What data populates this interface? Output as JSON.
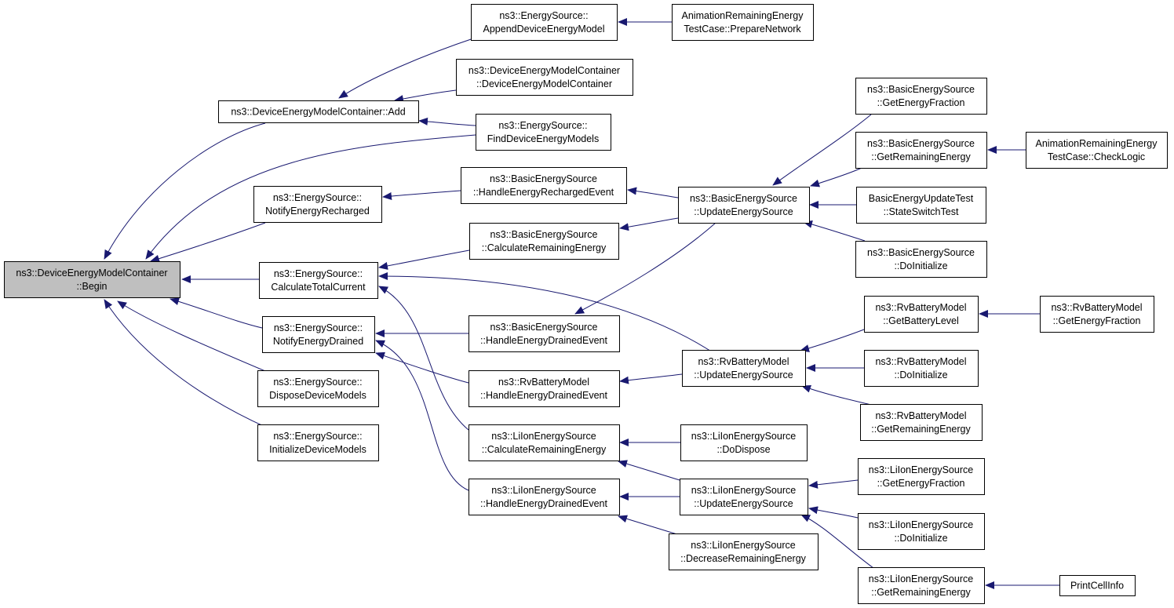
{
  "diagram": {
    "colors": {
      "edge": "#191970",
      "node_border": "#000000",
      "node_fill": "#ffffff",
      "root_fill": "#bfbfbf"
    },
    "nodes": [
      {
        "id": "begin",
        "lines": [
          "ns3::DeviceEnergyModelContainer",
          "::Begin"
        ],
        "root": true
      },
      {
        "id": "add",
        "lines": [
          "ns3::DeviceEnergyModelContainer::Add"
        ]
      },
      {
        "id": "notifyRecharged",
        "lines": [
          "ns3::EnergySource::",
          "NotifyEnergyRecharged"
        ]
      },
      {
        "id": "calcTotal",
        "lines": [
          "ns3::EnergySource::",
          "CalculateTotalCurrent"
        ]
      },
      {
        "id": "notifyDrained",
        "lines": [
          "ns3::EnergySource::",
          "NotifyEnergyDrained"
        ]
      },
      {
        "id": "dispose",
        "lines": [
          "ns3::EnergySource::",
          "DisposeDeviceModels"
        ]
      },
      {
        "id": "initDev",
        "lines": [
          "ns3::EnergySource::",
          "InitializeDeviceModels"
        ]
      },
      {
        "id": "appendDev",
        "lines": [
          "ns3::EnergySource::",
          "AppendDeviceEnergyModel"
        ]
      },
      {
        "id": "demcCtor",
        "lines": [
          "ns3::DeviceEnergyModelContainer",
          "::DeviceEnergyModelContainer"
        ]
      },
      {
        "id": "findDev",
        "lines": [
          "ns3::EnergySource::",
          "FindDeviceEnergyModels"
        ]
      },
      {
        "id": "basicHandleRech",
        "lines": [
          "ns3::BasicEnergySource",
          "::HandleEnergyRechargedEvent"
        ]
      },
      {
        "id": "basicCalcRem",
        "lines": [
          "ns3::BasicEnergySource",
          "::CalculateRemainingEnergy"
        ]
      },
      {
        "id": "basicHandleDrain",
        "lines": [
          "ns3::BasicEnergySource",
          "::HandleEnergyDrainedEvent"
        ]
      },
      {
        "id": "rvHandleDrain",
        "lines": [
          "ns3::RvBatteryModel",
          "::HandleEnergyDrainedEvent"
        ]
      },
      {
        "id": "liCalcRem",
        "lines": [
          "ns3::LiIonEnergySource",
          "::CalculateRemainingEnergy"
        ]
      },
      {
        "id": "liHandleDrain",
        "lines": [
          "ns3::LiIonEnergySource",
          "::HandleEnergyDrainedEvent"
        ]
      },
      {
        "id": "animPrepare",
        "lines": [
          "AnimationRemainingEnergy",
          "TestCase::PrepareNetwork"
        ]
      },
      {
        "id": "basicUpdate",
        "lines": [
          "ns3::BasicEnergySource",
          "::UpdateEnergySource"
        ]
      },
      {
        "id": "rvUpdate",
        "lines": [
          "ns3::RvBatteryModel",
          "::UpdateEnergySource"
        ]
      },
      {
        "id": "liDoDispose",
        "lines": [
          "ns3::LiIonEnergySource",
          "::DoDispose"
        ]
      },
      {
        "id": "liUpdate",
        "lines": [
          "ns3::LiIonEnergySource",
          "::UpdateEnergySource"
        ]
      },
      {
        "id": "liDecRem",
        "lines": [
          "ns3::LiIonEnergySource",
          "::DecreaseRemainingEnergy"
        ]
      },
      {
        "id": "basicGetFrac",
        "lines": [
          "ns3::BasicEnergySource",
          "::GetEnergyFraction"
        ]
      },
      {
        "id": "basicGetRem",
        "lines": [
          "ns3::BasicEnergySource",
          "::GetRemainingEnergy"
        ]
      },
      {
        "id": "basicStateSwitch",
        "lines": [
          "BasicEnergyUpdateTest",
          "::StateSwitchTest"
        ]
      },
      {
        "id": "basicDoInit",
        "lines": [
          "ns3::BasicEnergySource",
          "::DoInitialize"
        ]
      },
      {
        "id": "rvGetBatt",
        "lines": [
          "ns3::RvBatteryModel",
          "::GetBatteryLevel"
        ]
      },
      {
        "id": "rvDoInit",
        "lines": [
          "ns3::RvBatteryModel",
          "::DoInitialize"
        ]
      },
      {
        "id": "rvGetRem",
        "lines": [
          "ns3::RvBatteryModel",
          "::GetRemainingEnergy"
        ]
      },
      {
        "id": "liGetFrac",
        "lines": [
          "ns3::LiIonEnergySource",
          "::GetEnergyFraction"
        ]
      },
      {
        "id": "liDoInit",
        "lines": [
          "ns3::LiIonEnergySource",
          "::DoInitialize"
        ]
      },
      {
        "id": "liGetRem",
        "lines": [
          "ns3::LiIonEnergySource",
          "::GetRemainingEnergy"
        ]
      },
      {
        "id": "animCheck",
        "lines": [
          "AnimationRemainingEnergy",
          "TestCase::CheckLogic"
        ]
      },
      {
        "id": "rvGetFrac",
        "lines": [
          "ns3::RvBatteryModel",
          "::GetEnergyFraction"
        ]
      },
      {
        "id": "printCell",
        "lines": [
          "PrintCellInfo"
        ]
      }
    ],
    "edges": [
      {
        "from": "add",
        "to": "begin"
      },
      {
        "from": "findDev",
        "to": "begin"
      },
      {
        "from": "notifyRecharged",
        "to": "begin"
      },
      {
        "from": "calcTotal",
        "to": "begin"
      },
      {
        "from": "notifyDrained",
        "to": "begin"
      },
      {
        "from": "dispose",
        "to": "begin"
      },
      {
        "from": "initDev",
        "to": "begin"
      },
      {
        "from": "appendDev",
        "to": "add"
      },
      {
        "from": "demcCtor",
        "to": "add"
      },
      {
        "from": "findDev",
        "to": "add"
      },
      {
        "from": "animPrepare",
        "to": "appendDev"
      },
      {
        "from": "basicHandleRech",
        "to": "notifyRecharged"
      },
      {
        "from": "basicUpdate",
        "to": "basicHandleRech"
      },
      {
        "from": "basicCalcRem",
        "to": "calcTotal"
      },
      {
        "from": "rvUpdate",
        "to": "calcTotal"
      },
      {
        "from": "liCalcRem",
        "to": "calcTotal"
      },
      {
        "from": "basicHandleDrain",
        "to": "notifyDrained"
      },
      {
        "from": "rvHandleDrain",
        "to": "notifyDrained"
      },
      {
        "from": "liHandleDrain",
        "to": "notifyDrained"
      },
      {
        "from": "basicUpdate",
        "to": "basicCalcRem"
      },
      {
        "from": "basicUpdate",
        "to": "basicHandleDrain"
      },
      {
        "from": "rvUpdate",
        "to": "rvHandleDrain"
      },
      {
        "from": "liDoDispose",
        "to": "liCalcRem"
      },
      {
        "from": "liUpdate",
        "to": "liCalcRem"
      },
      {
        "from": "liUpdate",
        "to": "liHandleDrain"
      },
      {
        "from": "liDecRem",
        "to": "liHandleDrain"
      },
      {
        "from": "basicGetFrac",
        "to": "basicUpdate"
      },
      {
        "from": "basicGetRem",
        "to": "basicUpdate"
      },
      {
        "from": "basicStateSwitch",
        "to": "basicUpdate"
      },
      {
        "from": "basicDoInit",
        "to": "basicUpdate"
      },
      {
        "from": "animCheck",
        "to": "basicGetRem"
      },
      {
        "from": "rvGetBatt",
        "to": "rvUpdate"
      },
      {
        "from": "rvDoInit",
        "to": "rvUpdate"
      },
      {
        "from": "rvGetRem",
        "to": "rvUpdate"
      },
      {
        "from": "rvGetFrac",
        "to": "rvGetBatt"
      },
      {
        "from": "liGetFrac",
        "to": "liUpdate"
      },
      {
        "from": "liDoInit",
        "to": "liUpdate"
      },
      {
        "from": "liGetRem",
        "to": "liUpdate"
      },
      {
        "from": "printCell",
        "to": "liGetRem"
      }
    ]
  }
}
